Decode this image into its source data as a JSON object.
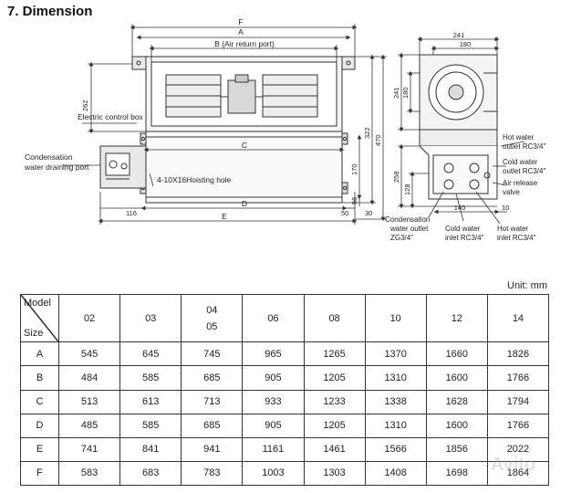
{
  "section_title": "7. Dimension",
  "drawing": {
    "labels": {
      "F": "F",
      "A": "A",
      "B": "B (Air return port)",
      "C": "C",
      "D": "D",
      "E": "E",
      "d262": "262",
      "d322": "322",
      "d470": "470",
      "d170": "170",
      "d56": "56",
      "d116": "116",
      "d50": "50",
      "d30": "30",
      "d241": "241",
      "d180": "180",
      "d241v": "241",
      "d180v": "180",
      "d258": "258",
      "d128": "128",
      "d140": "140",
      "d10": "10",
      "elec_box": "Electric control box",
      "cond_port_1": "Condensation",
      "cond_port_2": "water draining port",
      "hoist": "4-10X16Hoisting hole",
      "hot_out_1": "Hot water",
      "hot_out_2": "outlet RC3/4\"",
      "cold_out_1": "Cold water",
      "cold_out_2": "outlet RC3/4\"",
      "air_rel_1": "Air release",
      "air_rel_2": "valve",
      "cond_out_1": "Condensation",
      "cond_out_2": "water outlet",
      "cond_out_3": "ZG3/4\"",
      "cold_in_1": "Cold water",
      "cold_in_2": "inlet RC3/4\"",
      "hot_in_1": "Hot water",
      "hot_in_2": "inlet RC3/4\""
    }
  },
  "unit_label": "Unit: mm",
  "table": {
    "corner_top": "Model",
    "corner_bottom": "Size",
    "models": [
      "02",
      "03",
      "04\n05",
      "06",
      "08",
      "10",
      "12",
      "14"
    ],
    "model_04_line1": "04",
    "model_04_line2": "05",
    "rows": [
      {
        "size": "A",
        "values": [
          "545",
          "645",
          "745",
          "965",
          "1265",
          "1370",
          "1660",
          "1826"
        ]
      },
      {
        "size": "B",
        "values": [
          "484",
          "585",
          "685",
          "905",
          "1205",
          "1310",
          "1600",
          "1766"
        ]
      },
      {
        "size": "C",
        "values": [
          "513",
          "613",
          "713",
          "933",
          "1233",
          "1338",
          "1628",
          "1794"
        ]
      },
      {
        "size": "D",
        "values": [
          "485",
          "585",
          "685",
          "905",
          "1205",
          "1310",
          "1600",
          "1766"
        ]
      },
      {
        "size": "E",
        "values": [
          "741",
          "841",
          "941",
          "1161",
          "1461",
          "1566",
          "1856",
          "2022"
        ]
      },
      {
        "size": "F",
        "values": [
          "583",
          "683",
          "783",
          "1003",
          "1303",
          "1408",
          "1698",
          "1864"
        ]
      }
    ]
  },
  "watermark": "Avito"
}
